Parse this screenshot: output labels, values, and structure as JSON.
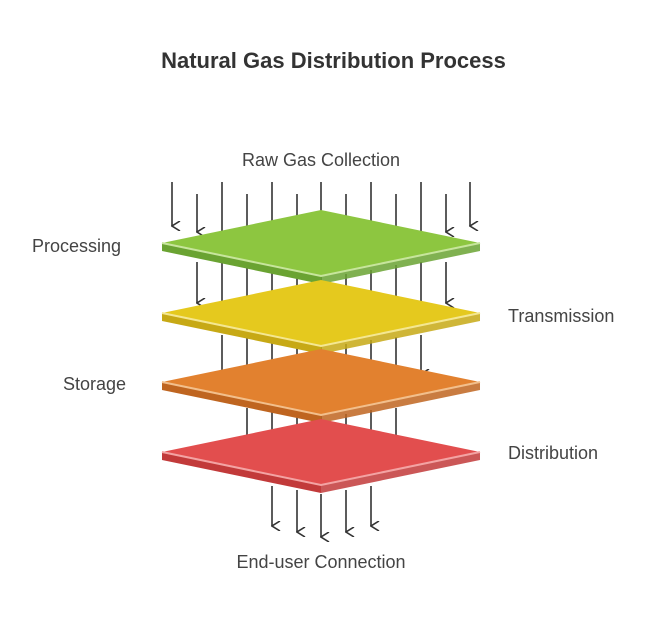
{
  "title": "Natural Gas Distribution Process",
  "labels": {
    "top": "Raw Gas Collection",
    "bottom": "End-user Connection",
    "processing": "Processing",
    "transmission": "Transmission",
    "storage": "Storage",
    "distribution": "Distribution"
  },
  "layers": [
    {
      "name": "Processing",
      "top": "#8dc640",
      "front": "#6aa332",
      "edge": "#c7e59c"
    },
    {
      "name": "Transmission",
      "top": "#e5c91e",
      "front": "#c7a915",
      "edge": "#f4e791"
    },
    {
      "name": "Storage",
      "top": "#e2812f",
      "front": "#bf6520",
      "edge": "#f2bf8c"
    },
    {
      "name": "Distribution",
      "top": "#e24e4e",
      "front": "#c23a3a",
      "edge": "#f3a3a3"
    }
  ],
  "arrow_color": "#333333"
}
